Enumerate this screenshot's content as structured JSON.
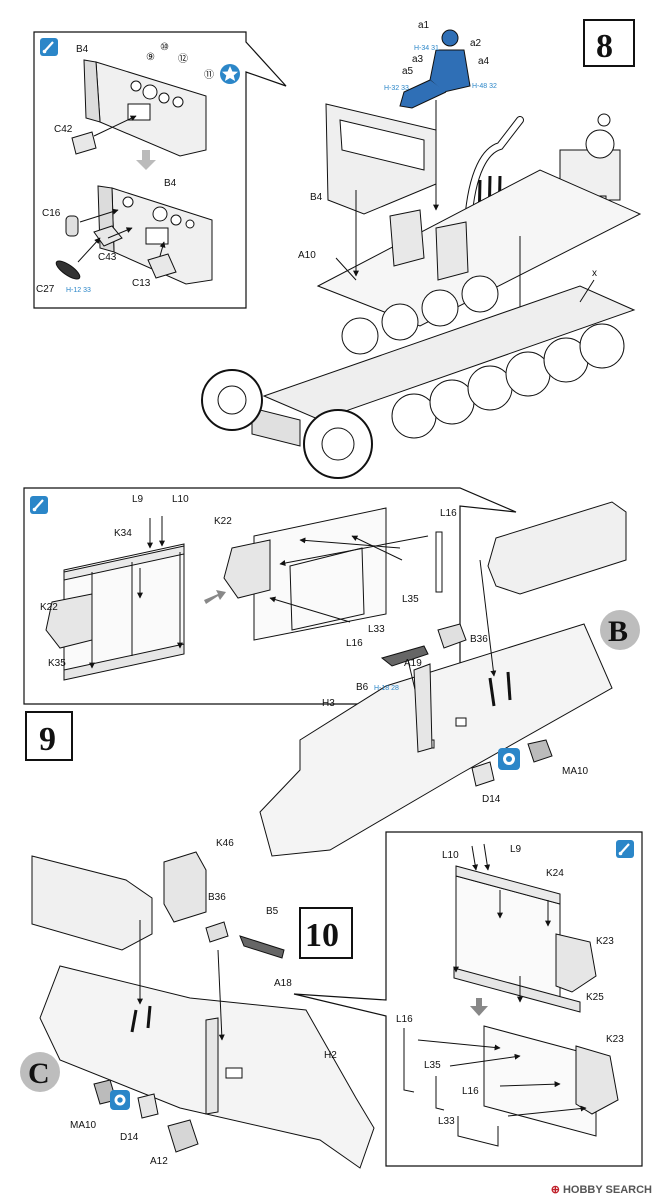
{
  "steps": {
    "s8": "8",
    "s9": "9",
    "s10": "10"
  },
  "markers": {
    "b": "B",
    "c": "C"
  },
  "step8": {
    "inset": {
      "b4_top": "B4",
      "n9": "⑨",
      "n10": "⑩",
      "n12": "⑫",
      "n11": "⑪",
      "c42": "C42",
      "b4_bottom": "B4",
      "c16": "C16",
      "c43": "C43",
      "c27": "C27",
      "c27_ref": "H-12 33",
      "c13": "C13"
    },
    "main": {
      "a1": "a1",
      "a2": "a2",
      "a3": "a3",
      "a4": "a4",
      "a5": "a5",
      "ref1": "H-34 31",
      "ref2": "H-32 33",
      "ref3": "H-48 32",
      "b4": "B4",
      "a10": "A10",
      "x": "x"
    }
  },
  "step9": {
    "inset": {
      "l9": "L9",
      "l10": "L10",
      "k34": "K34",
      "k22_left": "K22",
      "k35": "K35",
      "k22_right": "K22",
      "l16_top": "L16",
      "l35": "L35",
      "l33": "L33",
      "l16_bottom": "L16"
    },
    "main": {
      "b36": "B36",
      "a19": "A19",
      "b6": "B6",
      "b6_ref": "H-18 28",
      "h3": "H3",
      "d14": "D14",
      "ma10": "MA10"
    }
  },
  "step10": {
    "main": {
      "k46": "K46",
      "b36": "B36",
      "b5": "B5",
      "a18": "A18",
      "h2": "H2",
      "ma10": "MA10",
      "d14": "D14",
      "a12": "A12"
    },
    "inset": {
      "l10": "L10",
      "l9": "L9",
      "k24": "K24",
      "k23_top": "K23",
      "k25": "K25",
      "l16_top": "L16",
      "k23_bottom": "K23",
      "l35": "L35",
      "l16_bottom": "L16",
      "l33": "L33"
    }
  },
  "footer": {
    "brand": "HOBBY SEARCH"
  },
  "colors": {
    "accent_blue": "#2b86c8",
    "figure_blue": "#2f6fb6",
    "part_gray": "#e8e8e8"
  },
  "icons": [
    "paint-brush-icon",
    "star-icon",
    "swap-part-icon"
  ]
}
